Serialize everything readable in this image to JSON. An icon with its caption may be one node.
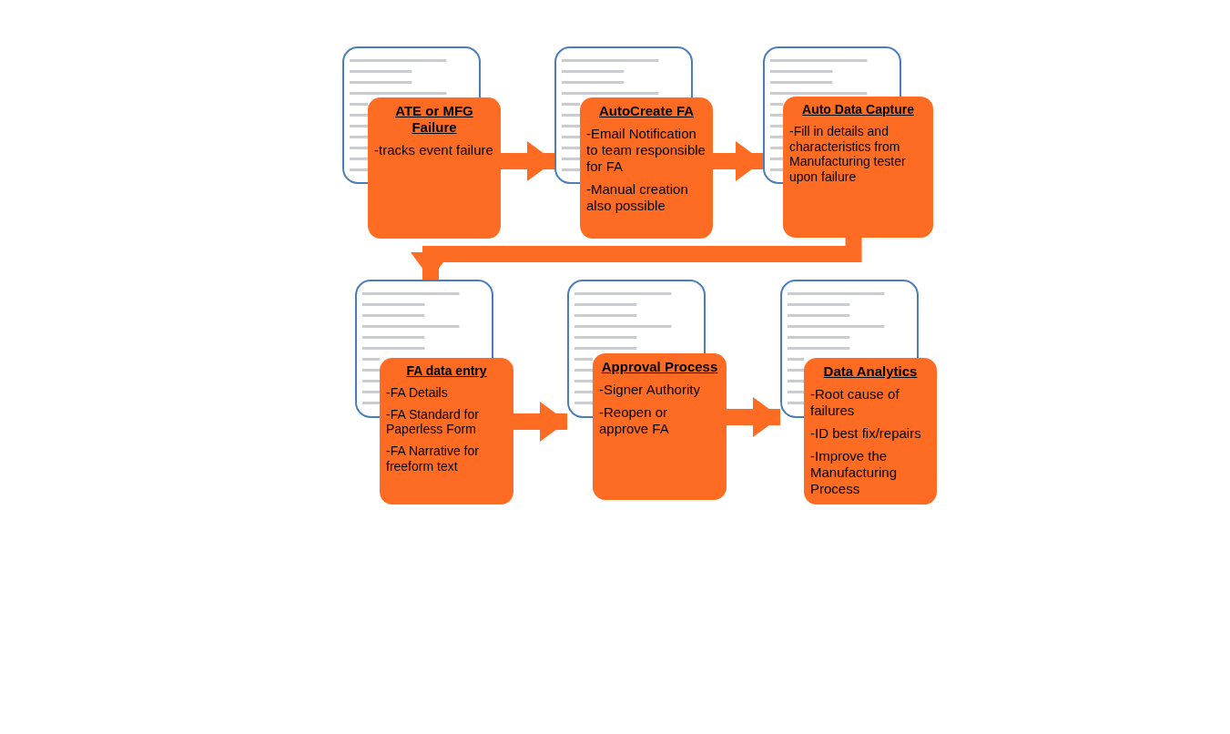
{
  "diagram": {
    "nodes": [
      {
        "text": [
          "ATE or MFG Failure",
          "-tracks event failure"
        ]
      },
      {
        "text": [
          "AutoCreate FA",
          "-Email Notification to team responsible for FA",
          "-Manual creation also possible"
        ]
      },
      {
        "text": [
          "Auto Data Capture",
          "-Fill in details and characteristics from Manufacturing tester upon failure"
        ]
      },
      {
        "text": [
          "FA data entry",
          "-FA Details",
          "-FA Standard for Paperless Form",
          "-FA Narrative for freeform text"
        ]
      },
      {
        "text": [
          "Approval Process",
          "-Signer Authority",
          "-Reopen or approve FA"
        ]
      },
      {
        "text": [
          "Data Analytics",
          "-Root cause of failures",
          "-ID best fix/repairs",
          "-Improve the Manufacturing Process"
        ]
      }
    ],
    "edges": [
      {
        "from": 0,
        "to": 1,
        "arrow": "to"
      },
      {
        "from": 1,
        "to": 2,
        "arrow": "to"
      },
      {
        "from": 2,
        "to": 3,
        "arrow": "to"
      },
      {
        "from": 3,
        "to": 4,
        "arrow": "to"
      },
      {
        "from": 4,
        "to": 5,
        "arrow": "to"
      }
    ]
  }
}
